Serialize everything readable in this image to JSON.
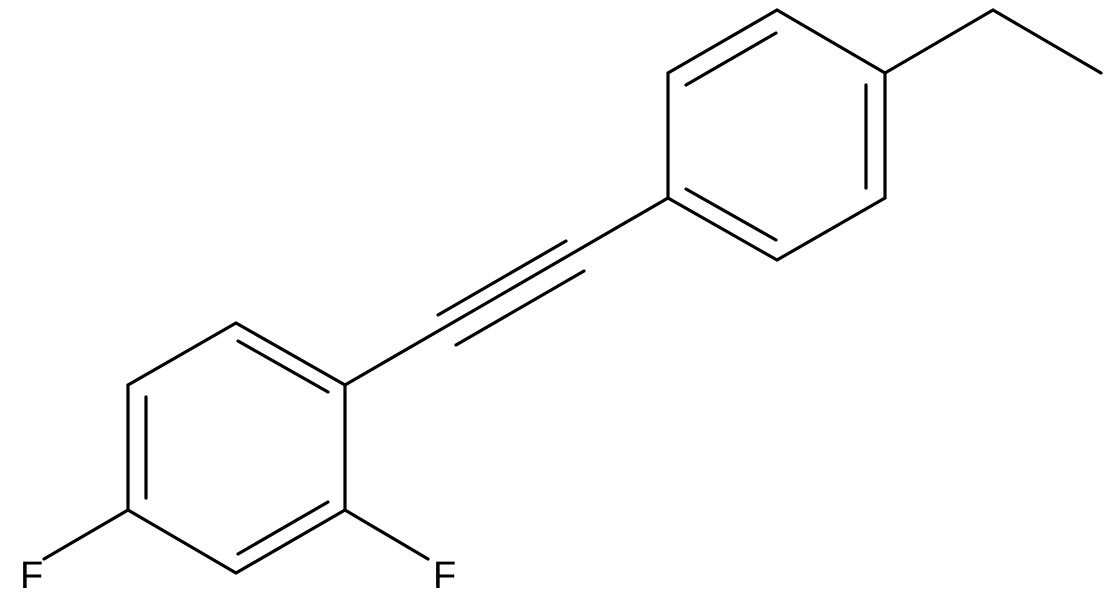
{
  "molecule": {
    "atoms": [
      {
        "id": "F1",
        "symbol": "F"
      },
      {
        "id": "F2",
        "symbol": "F"
      }
    ],
    "bond_color": "#000000"
  }
}
